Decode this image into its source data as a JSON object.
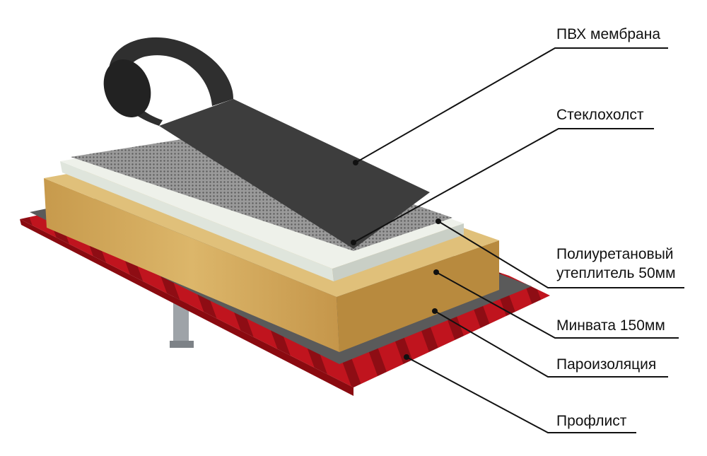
{
  "title": "Roof layer structure",
  "labels": {
    "pvc_membrane": "ПВХ мембрана",
    "fiberglass": "Стеклохолст",
    "pu_insulation_line1": "Полиуретановый",
    "pu_insulation_line2": "утеплитель 50мм",
    "mineral_wool": "Минвата 150мм",
    "vapor_barrier": "Пароизоляция",
    "profiled_sheet": "Профлист"
  },
  "colors": {
    "profiled_sheet": "#c0141e",
    "vapor_barrier": "#5a5a5a",
    "mineral_wool": "#d1a85a",
    "pu_insulation": "#e8ece4",
    "fiberglass": "#8d8d8d",
    "pvc_membrane": "#3a3a3a",
    "leader": "#111111"
  }
}
